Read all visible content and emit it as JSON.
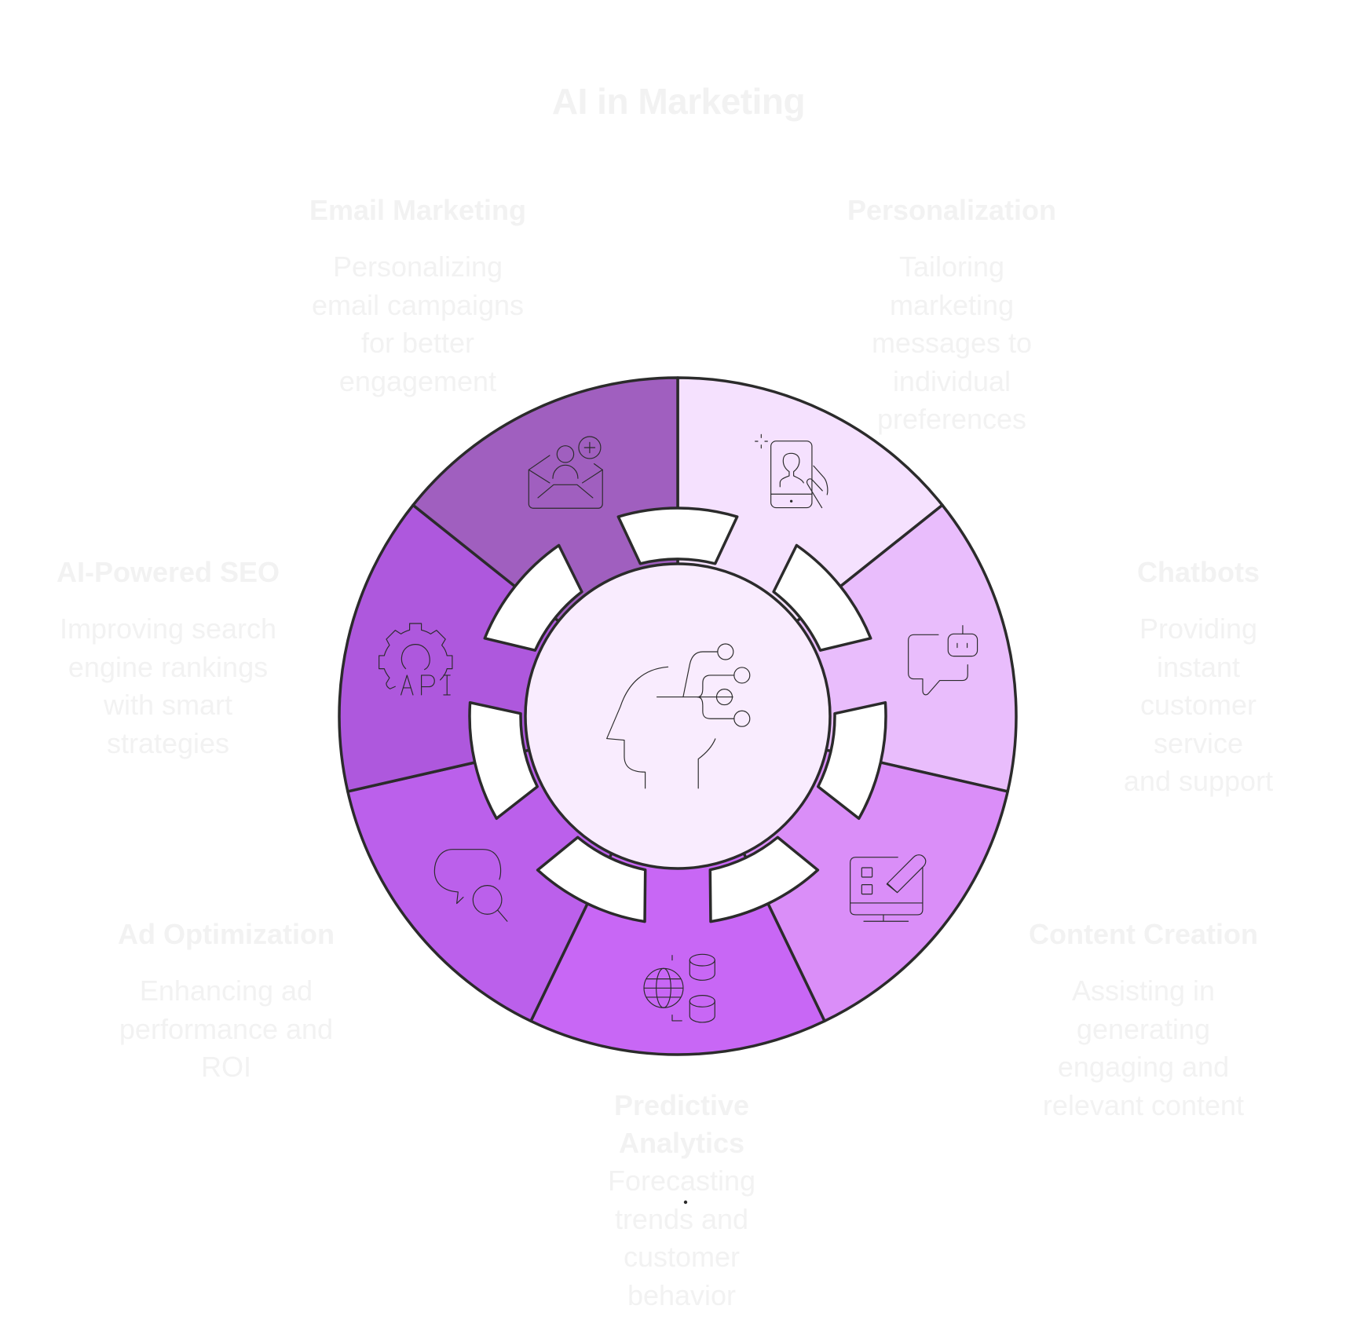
{
  "title": "AI in Marketing",
  "center": {
    "icon": "ai-head-network-icon",
    "fill": "#f9ecfe"
  },
  "stroke_color": "#2b2b2b",
  "tab_fill": "#ffffff",
  "segments": [
    {
      "id": "personalization",
      "title": "Personalization",
      "description_lines": [
        "Tailoring",
        "marketing",
        "messages to",
        "individual",
        "preferences"
      ],
      "color": "#f5e1fe",
      "icon": "smartphone-user-icon"
    },
    {
      "id": "chatbots",
      "title": "Chatbots",
      "description_lines": [
        "Providing instant",
        "customer service",
        "and support"
      ],
      "color": "#e9bdfc",
      "icon": "chatbot-icon"
    },
    {
      "id": "content-creation",
      "title": "Content Creation",
      "description_lines": [
        "Assisting in",
        "generating",
        "engaging and",
        "relevant content"
      ],
      "color": "#da8ef8",
      "icon": "monitor-pencil-icon"
    },
    {
      "id": "predictive-analytics",
      "title_lines": [
        "Predictive",
        "Analytics"
      ],
      "title": "Predictive Analytics",
      "description_lines": [
        "Forecasting",
        "trends and",
        "customer",
        "behavior"
      ],
      "color": "#c867f5",
      "icon": "globe-database-icon"
    },
    {
      "id": "ad-optimization",
      "title": "Ad Optimization",
      "description_lines": [
        "Enhancing ad",
        "performance and",
        "ROI"
      ],
      "color": "#bb60eb",
      "icon": "chat-search-icon"
    },
    {
      "id": "ai-powered-seo",
      "title": "AI-Powered SEO",
      "description_lines": [
        "Improving search",
        "engine rankings",
        "with smart",
        "strategies"
      ],
      "color": "#ae58dd",
      "icon": "gear-api-icon"
    },
    {
      "id": "email-marketing",
      "title": "Email Marketing",
      "description_lines": [
        "Personalizing",
        "email campaigns",
        "for better",
        "engagement"
      ],
      "color": "#a05fbf",
      "icon": "email-add-user-icon"
    }
  ]
}
